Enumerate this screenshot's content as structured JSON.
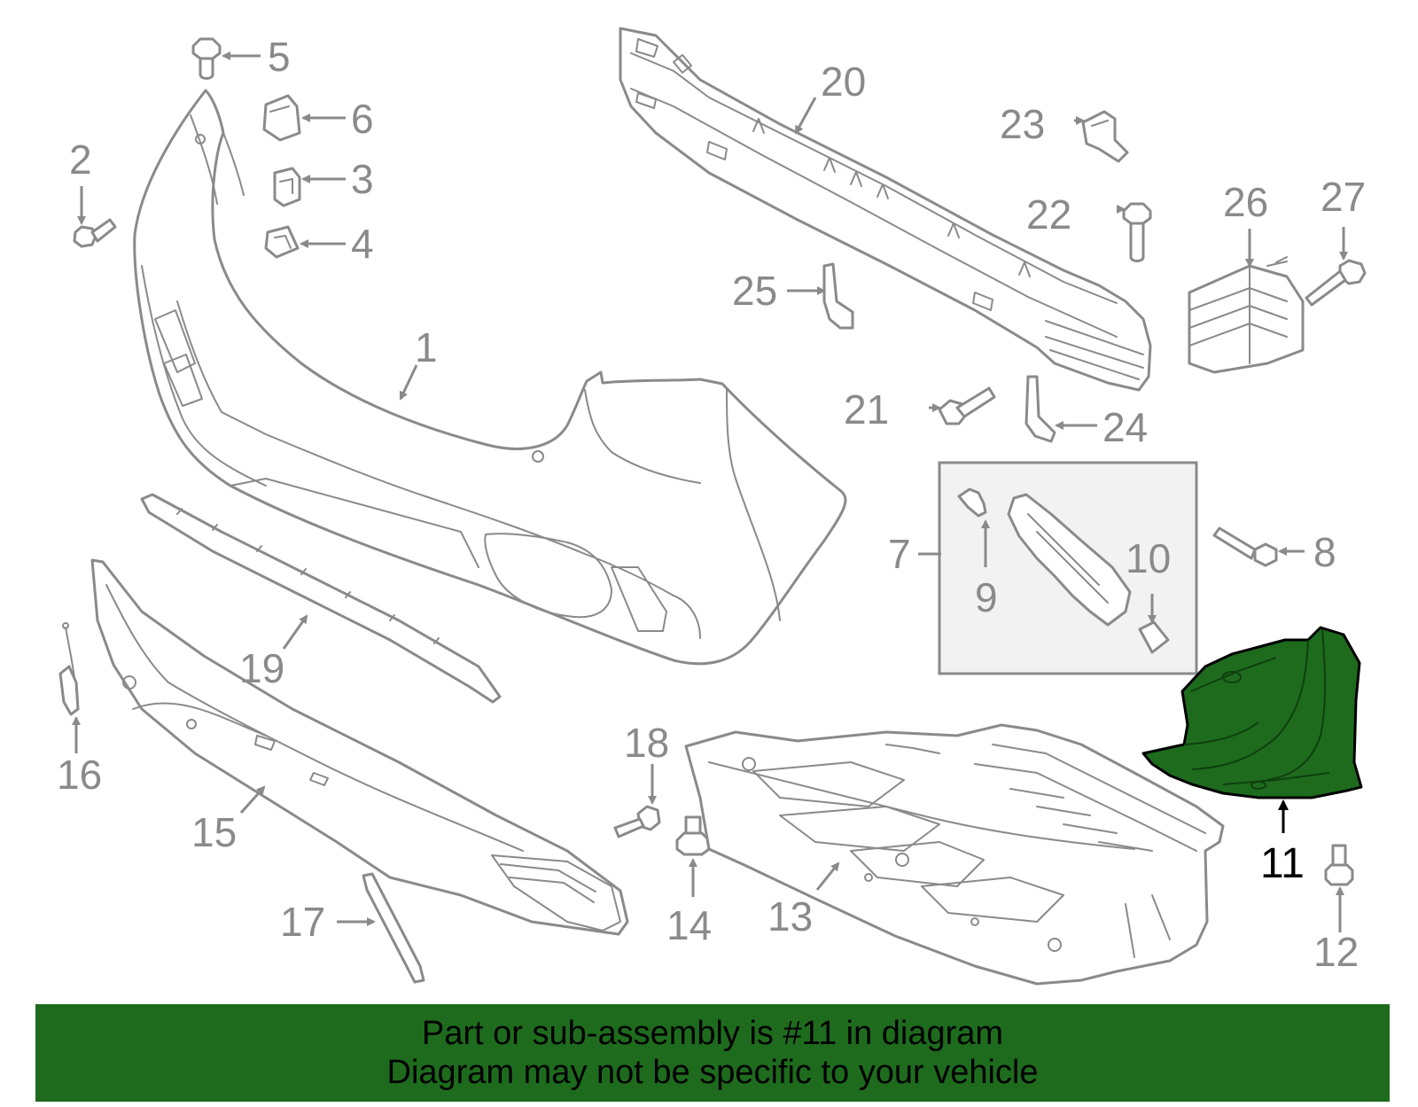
{
  "highlight": {
    "part": "11",
    "color": "#1e6b1e"
  },
  "callouts": [
    "1",
    "2",
    "3",
    "4",
    "5",
    "6",
    "7",
    "8",
    "9",
    "10",
    "11",
    "12",
    "13",
    "14",
    "15",
    "16",
    "17",
    "18",
    "19",
    "20",
    "21",
    "22",
    "23",
    "24",
    "25",
    "26",
    "27"
  ],
  "banner": {
    "line1": "Part or sub-assembly is #11 in diagram",
    "line2": "Diagram may not be specific to your vehicle"
  },
  "colors": {
    "line_art": "#8a8a8a",
    "highlight_fill": "#1e6b1e",
    "banner_bg": "#1e6b1e",
    "text_hl": "#000000"
  }
}
